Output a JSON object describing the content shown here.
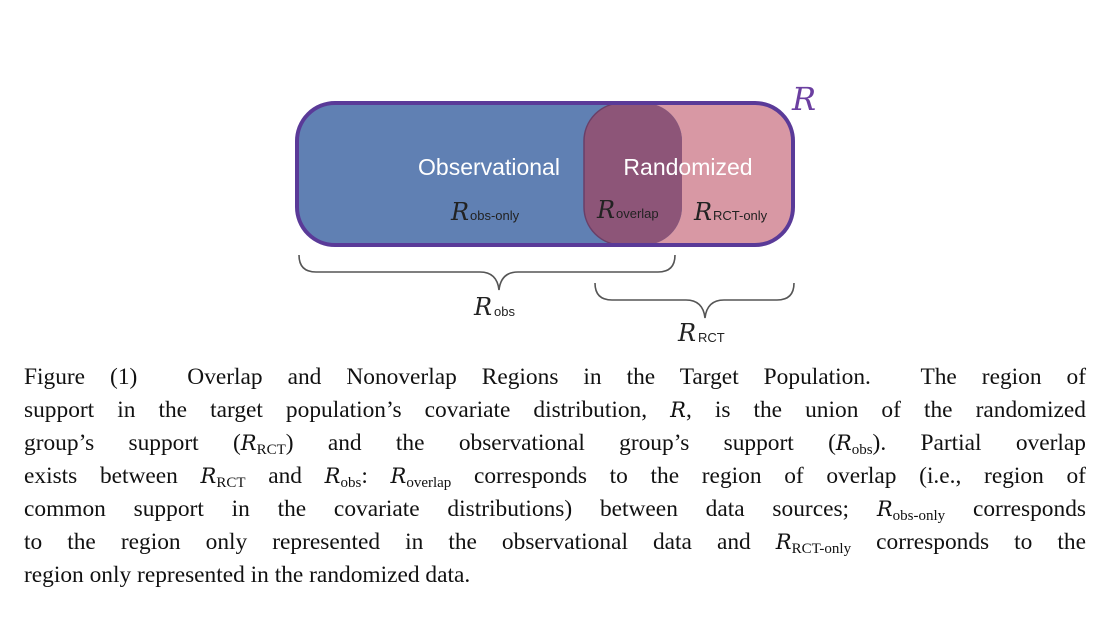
{
  "figure": {
    "region_symbol": "R",
    "observational_label": "Observational",
    "randomized_label": "Randomized",
    "sub_obs_only": "obs-only",
    "sub_overlap": "overlap",
    "sub_rct_only": "RCT-only",
    "sub_obs": "obs",
    "sub_rct": "RCT",
    "colors": {
      "observational": "#6080b3",
      "randomized": "#d898a4",
      "overlap": "#8d5578",
      "outline": "#5a3a98",
      "brace": "#555555",
      "symbol": "#6b3fa0"
    }
  },
  "caption": {
    "figure_label": "Figure (1)",
    "title": "Overlap and Nonoverlap Regions in the Target Population.",
    "t1": "The region of",
    "t2": "support in the target population’s covariate distribution,",
    "t3": ", is the union of the randomized",
    "t4": "group’s support (",
    "t5": ") and the observational group’s support (",
    "t6": ").  Partial overlap",
    "t7": "exists between",
    "t8": "and",
    "t9": ":",
    "t10": "corresponds to the region of overlap (i.e., region of",
    "t11": "common support in the covariate distributions) between data sources;",
    "t12": "corresponds",
    "t13": "to the region only represented in the observational data and",
    "t14": "corresponds to the",
    "t15": "region only represented in the randomized data.",
    "sym": "R",
    "sub_rct": "RCT",
    "sub_obs": "obs",
    "sub_overlap": "overlap",
    "sub_obs_only": "obs-only",
    "sub_rct_only": "RCT-only"
  }
}
